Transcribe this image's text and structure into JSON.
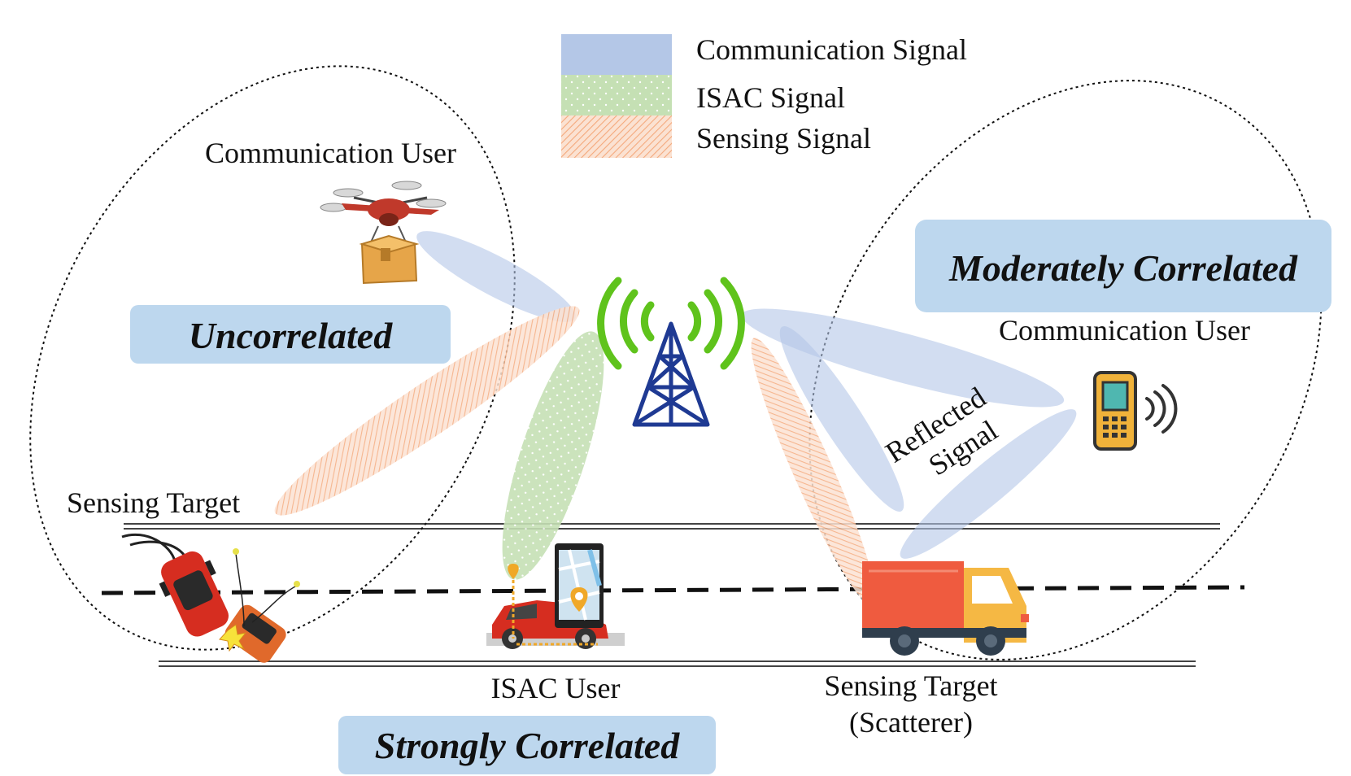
{
  "legend": {
    "communication": "Communication Signal",
    "isac": "ISAC Signal",
    "sensing": "Sensing Signal"
  },
  "labels": {
    "comm_user_left": "Communication User",
    "comm_user_right": "Communication User",
    "sensing_target_left": "Sensing Target",
    "isac_user": "ISAC User",
    "sensing_target_right_line1": "Sensing Target",
    "sensing_target_right_line2": "(Scatterer)",
    "reflected_line1": "Reflected",
    "reflected_line2": "Signal"
  },
  "badges": {
    "uncorrelated": "Uncorrelated",
    "moderately": "Moderately Correlated",
    "strongly": "Strongly Correlated"
  },
  "colors": {
    "communication": "#b4c7e7",
    "isac": "#c5e0b4",
    "sensing": "#f8cbad",
    "badge": "#bdd7ee",
    "tower": "#1f3a93",
    "wave": "#5fc31c",
    "truck_body": "#ef5b3f",
    "truck_cab": "#f5b844"
  }
}
